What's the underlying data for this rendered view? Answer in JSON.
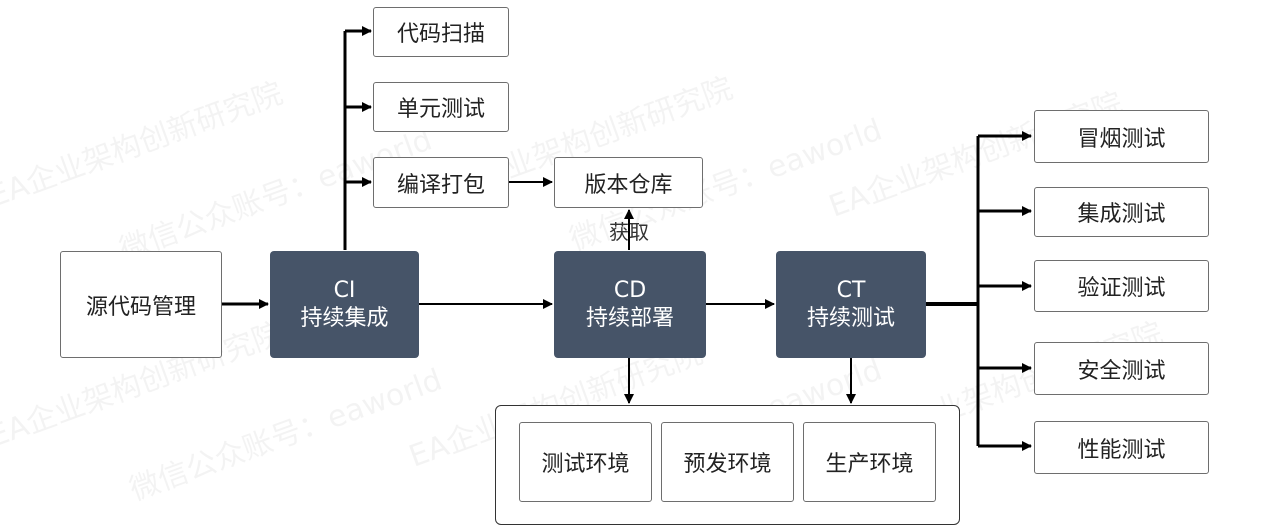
{
  "top_boxes": {
    "code_scan": "代码扫描",
    "unit_test": "单元测试",
    "compile_package": "编译打包"
  },
  "version_repo": "版本仓库",
  "fetch_label": "获取",
  "source_mgmt": "源代码管理",
  "ci": {
    "abbr": "CI",
    "name": "持续集成"
  },
  "cd": {
    "abbr": "CD",
    "name": "持续部署"
  },
  "ct": {
    "abbr": "CT",
    "name": "持续测试"
  },
  "environments": [
    "测试环境",
    "预发环境",
    "生产环境"
  ],
  "tests": [
    "冒烟测试",
    "集成测试",
    "验证测试",
    "安全测试",
    "性能测试"
  ],
  "watermark": {
    "line1": "EA企业架构创新研究院",
    "line2": "微信公众账号：eaworld"
  },
  "colors": {
    "dark_node": "#465468",
    "line": "#000000",
    "border": "#6e6e6e"
  }
}
